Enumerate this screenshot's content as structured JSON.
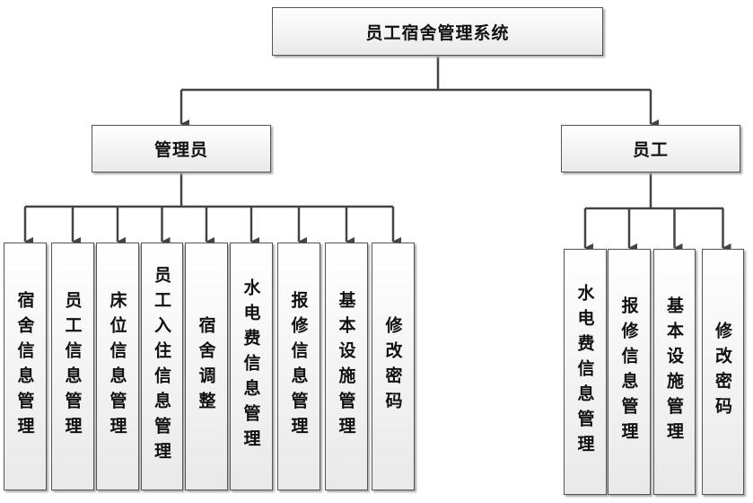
{
  "root": "员工宿舍管理系统",
  "admin": {
    "label": "管理员",
    "children": [
      "宿舍信息管理",
      "员工信息管理",
      "床位信息管理",
      "员工入住信息管理",
      "宿舍调整",
      "水电费信息管理",
      "报修信息管理",
      "基本设施管理",
      "修改密码"
    ]
  },
  "employee": {
    "label": "员工",
    "children": [
      "水电费信息管理",
      "报修信息管理",
      "基本设施管理",
      "修改密码"
    ]
  },
  "colors": {
    "line": "#444444",
    "border": "#555555"
  }
}
